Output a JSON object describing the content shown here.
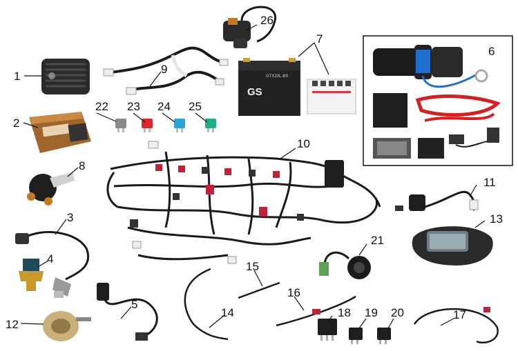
{
  "diagram": {
    "callouts": [
      "1",
      "2",
      "3",
      "4",
      "5",
      "6",
      "7",
      "8",
      "9",
      "10",
      "11",
      "12",
      "13",
      "14",
      "15",
      "16",
      "17",
      "18",
      "19",
      "20",
      "21",
      "22",
      "23",
      "24",
      "25",
      "26"
    ],
    "battery": {
      "brand": "GS",
      "model": "GTX20L-BS"
    },
    "colors": {
      "background": "#ffffff",
      "wire": "#1a1a1a",
      "battery": "#222222",
      "fuse_22": "#8a8a8a",
      "fuse_23": "#e0242c",
      "fuse_24": "#2aa5d8",
      "fuse_25": "#1fae8a",
      "winch_wire": "#d81e1e",
      "winch_rope": "#1f6fd1",
      "ecu": "#a0652a",
      "regulator": "#2b2b2b"
    }
  }
}
